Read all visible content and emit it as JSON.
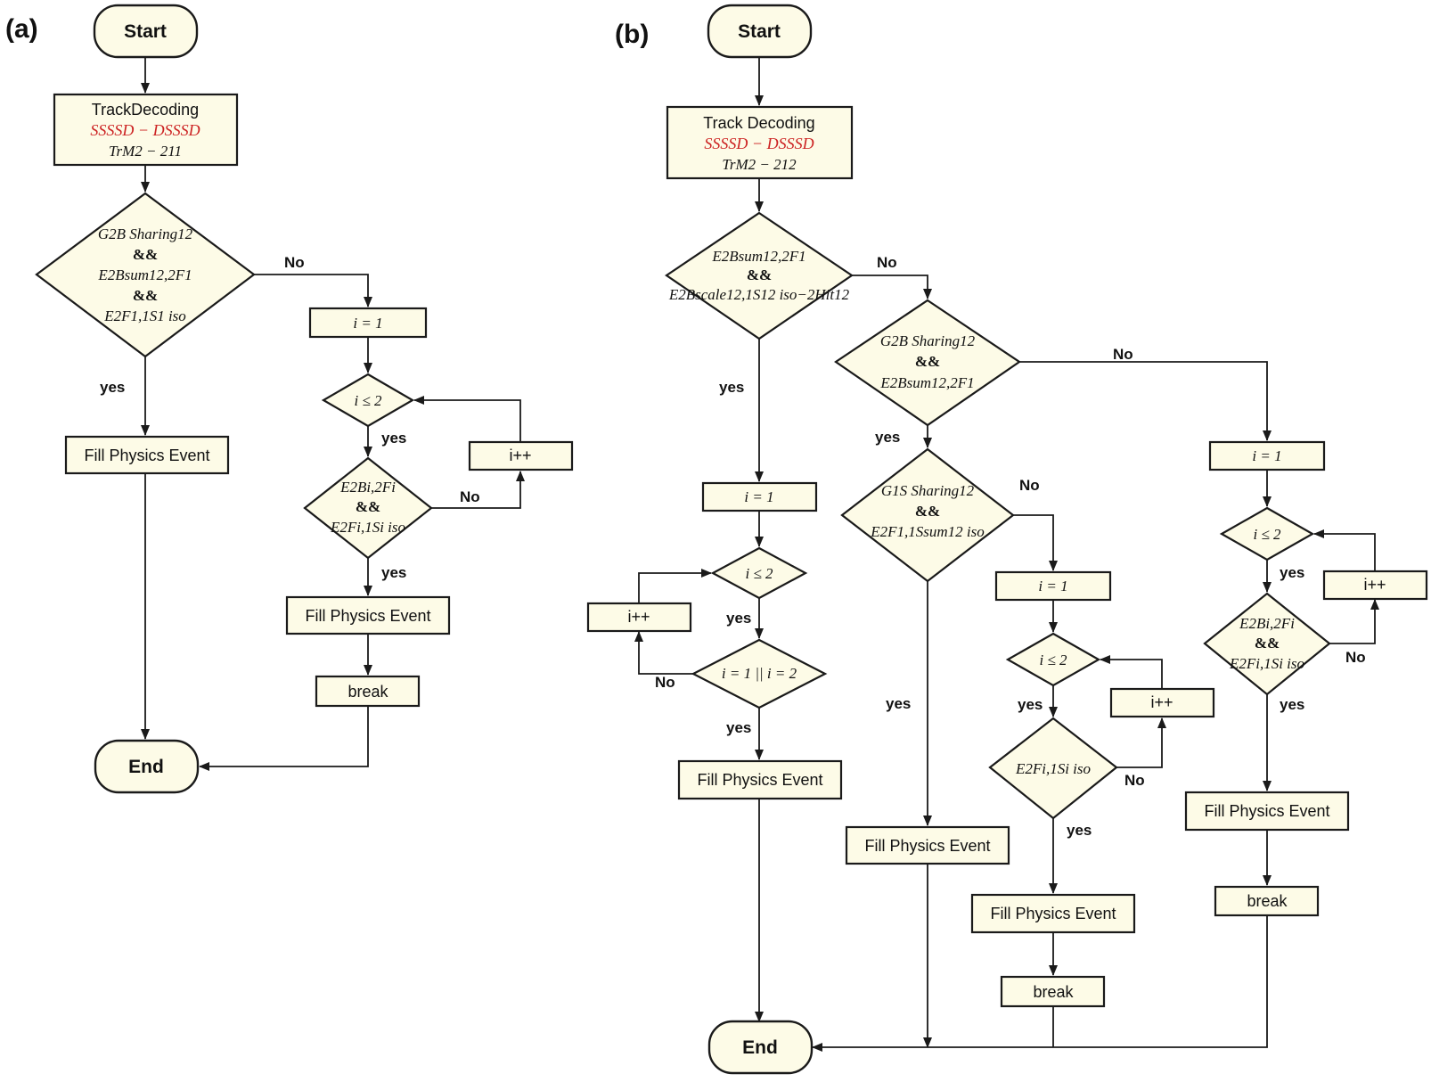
{
  "panels": {
    "a": "(a)",
    "b": "(b)"
  },
  "terminals": {
    "start": "Start",
    "end": "End"
  },
  "edge_labels": {
    "yes": "yes",
    "no": "No"
  },
  "common": {
    "fill_physics_event": "Fill Physics Event",
    "break": "break",
    "i_eq_1": "i = 1",
    "i_le_2": "i ≤ 2",
    "i_inc": "i++",
    "amp": "&&",
    "sub_red": "SSSSD − DSSSD"
  },
  "panel_a": {
    "decode_title": "TrackDecoding",
    "decode_code": "TrM2 − 211",
    "cond1": [
      "G2B Sharing12",
      "E2Bsum12,2F1",
      "E2F1,1S1 iso"
    ],
    "loop_cond": [
      "E2Bi,2Fi",
      "E2Fi,1Si iso"
    ]
  },
  "panel_b": {
    "decode_title": "Track Decoding",
    "decode_code": "TrM2 − 212",
    "cond1": [
      "E2Bsum12,2F1",
      "E2Bscale12,1S12 iso−2Hit12"
    ],
    "cond2": [
      "G2B Sharing12",
      "E2Bsum12,2F1"
    ],
    "cond3": [
      "G1S Sharing12",
      "E2F1,1Ssum12 iso"
    ],
    "or_cond": "i = 1 || i = 2",
    "iso_cond": "E2Fi,1Si iso",
    "loop_cond": [
      "E2Bi,2Fi",
      "E2Fi,1Si iso"
    ]
  }
}
